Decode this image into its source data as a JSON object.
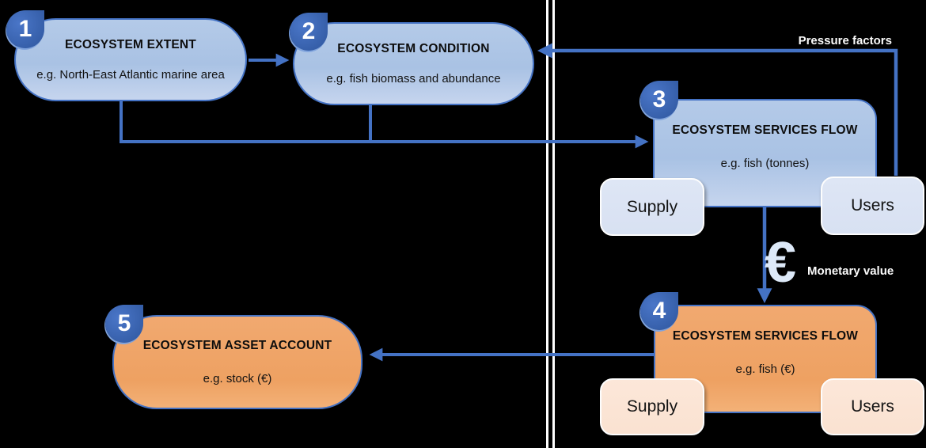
{
  "canvas": {
    "background": "#000000"
  },
  "palette": {
    "connector_blue": "#4472c4",
    "blue_fill": "#a9c2e4",
    "orange_fill": "#eea162",
    "badge_blue": "#3b64b3",
    "divider_white": "#ffffff"
  },
  "nodes": {
    "extent": {
      "badge": "1",
      "title": "ECOSYSTEM EXTENT",
      "example": "e.g. North-East Atlantic marine area"
    },
    "condition": {
      "badge": "2",
      "title": "ECOSYSTEM CONDITION",
      "example": "e.g. fish biomass and abundance"
    },
    "services_physical": {
      "badge": "3",
      "title": "ECOSYSTEM SERVICES FLOW",
      "example": "e.g. fish (tonnes)",
      "supply": "Supply",
      "users": "Users"
    },
    "services_monetary": {
      "badge": "4",
      "title": "ECOSYSTEM SERVICES FLOW",
      "example": "e.g. fish (€)",
      "supply": "Supply",
      "users": "Users"
    },
    "asset": {
      "badge": "5",
      "title": "ECOSYSTEM ASSET ACCOUNT",
      "example": "e.g. stock (€)"
    }
  },
  "annotations": {
    "pressure_factors": "Pressure factors",
    "monetary_value": "Monetary value",
    "euro_symbol": "€"
  }
}
